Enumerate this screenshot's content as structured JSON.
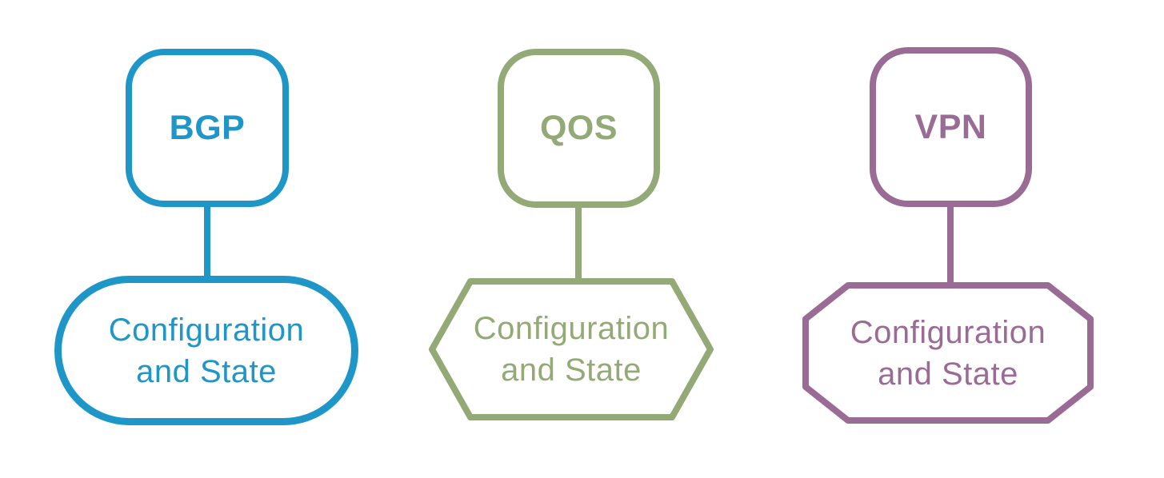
{
  "diagram": {
    "description": "Three protocol data-model trees, each linking a protocol node to a Configuration and State node",
    "columns": [
      {
        "protocol": "BGP",
        "color": "#1e96c8",
        "shape_type": "stadium",
        "shape_lines": [
          "Configuration",
          "and State"
        ]
      },
      {
        "protocol": "QOS",
        "color": "#94aa76",
        "shape_type": "hexagon",
        "shape_lines": [
          "Configuration",
          "and State"
        ]
      },
      {
        "protocol": "VPN",
        "color": "#9a6b94",
        "shape_type": "octagon",
        "shape_lines": [
          "Configuration",
          "and State"
        ]
      }
    ]
  }
}
